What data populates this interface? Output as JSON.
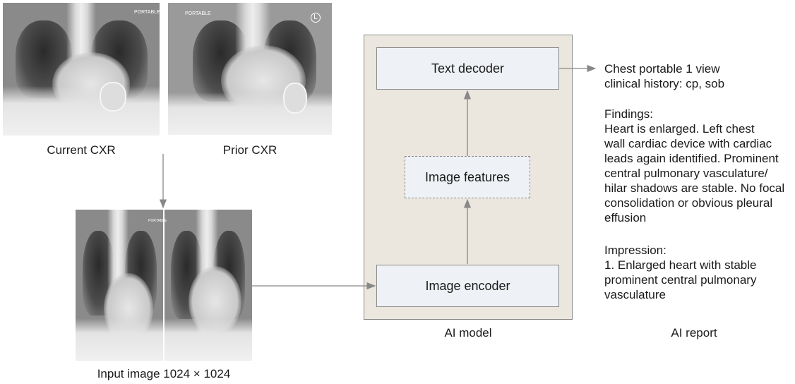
{
  "inputs": {
    "current_label": "Current CXR",
    "prior_label": "Prior CXR",
    "combined_label": "Input image 1024 × 1024",
    "xray_marker_portable": "PORTABLE",
    "xray_marker_left": "L"
  },
  "model": {
    "label": "AI model",
    "text_decoder": "Text decoder",
    "image_features": "Image features",
    "image_encoder": "Image encoder",
    "container_color": "#ebe6de",
    "block_color": "#eef1f5"
  },
  "report": {
    "label": "AI report",
    "header": "Chest portable 1 view\nclinical history: cp, sob",
    "findings": "Findings:\nHeart is enlarged. Left chest\nwall cardiac device with cardiac\nleads again identified. Prominent\ncentral pulmonary vasculature/\nhilar shadows are stable. No focal\nconsolidation or obvious pleural\neffusion",
    "impression": "Impression:\n1. Enlarged heart with stable\nprominent central pulmonary\nvasculature"
  }
}
